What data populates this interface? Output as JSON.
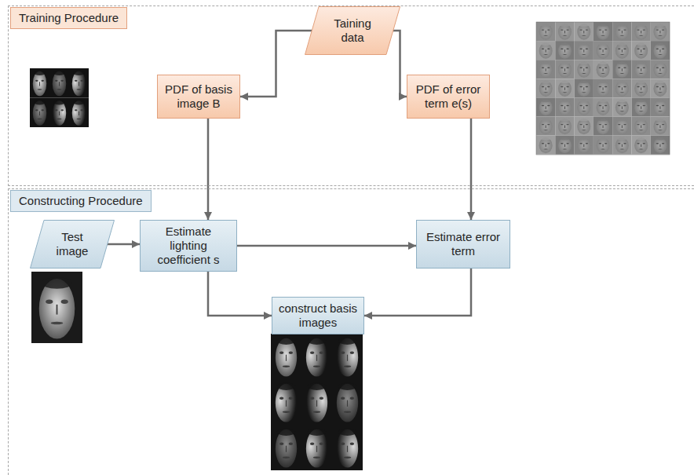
{
  "diagram": {
    "nodes": [
      {
        "text": [
          "Training Procedure"
        ]
      },
      {
        "text": [
          "Taining data"
        ],
        "in": 0
      },
      {
        "text": [
          "PDF of basis image B"
        ],
        "in": 0
      },
      {
        "text": [
          "PDF of error term e(s)"
        ],
        "in": 0
      },
      {
        "text": [
          "Constructing Procedure"
        ]
      },
      {
        "text": [
          "Test image"
        ],
        "in": 4
      },
      {
        "text": [
          "Estimate lighting coefficient s"
        ],
        "in": 4
      },
      {
        "text": [
          "Estimate error term"
        ],
        "in": 4
      },
      {
        "text": [
          "construct basis images"
        ],
        "in": 4
      }
    ],
    "edges": [
      {
        "from": 1,
        "to": 2,
        "arrow": "to"
      },
      {
        "from": 1,
        "to": 3,
        "arrow": "to"
      },
      {
        "from": 2,
        "to": 6,
        "arrow": "to"
      },
      {
        "from": 3,
        "to": 7,
        "arrow": "to"
      },
      {
        "from": 5,
        "to": 6,
        "arrow": "to"
      },
      {
        "from": 6,
        "to": 7,
        "arrow": "to"
      },
      {
        "from": 6,
        "to": 8,
        "arrow": "to"
      },
      {
        "from": 7,
        "to": 8,
        "arrow": "to"
      }
    ]
  }
}
